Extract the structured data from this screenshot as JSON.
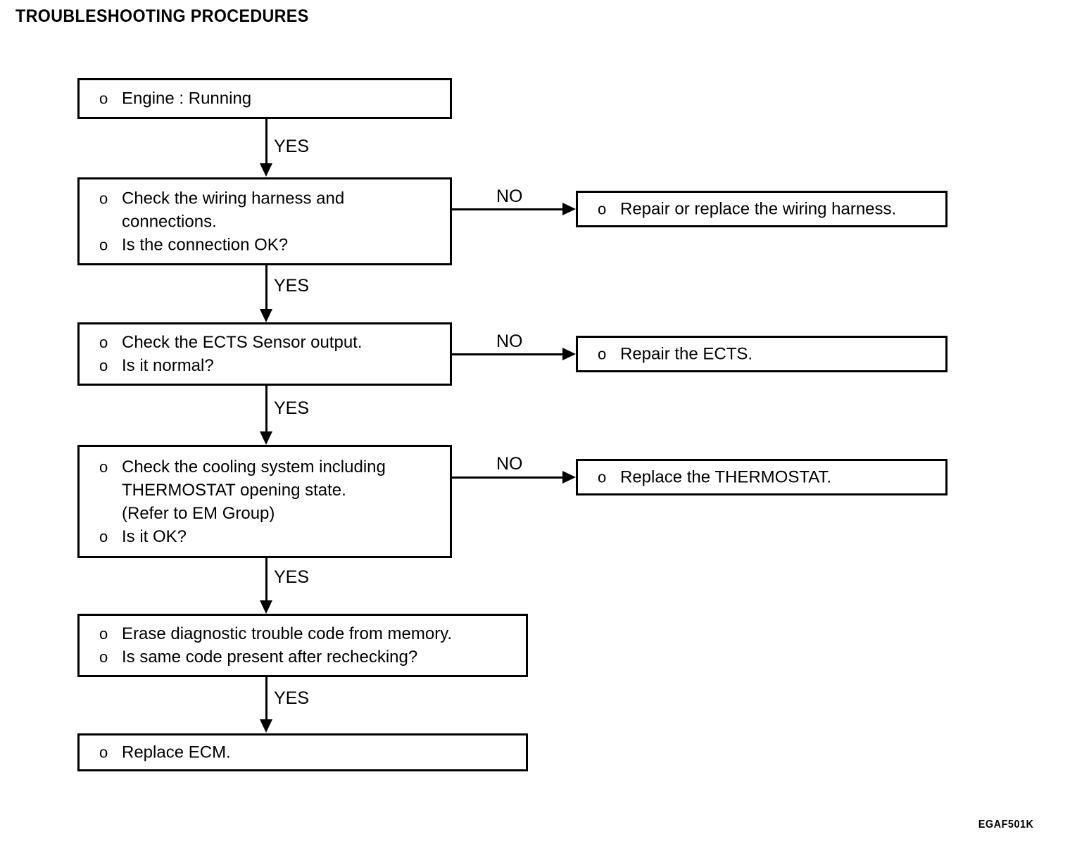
{
  "title": "TROUBLESHOOTING PROCEDURES",
  "footer_code": "EGAF501K",
  "bullet": "o",
  "edge_labels": {
    "yes": "YES",
    "no": "NO"
  },
  "nodes": {
    "engine_running": {
      "lines": [
        "Engine : Running"
      ]
    },
    "check_wiring": {
      "lines": [
        "Check the wiring harness and",
        "connections.",
        "Is the connection OK?"
      ],
      "continuation": [
        false,
        true,
        false
      ]
    },
    "repair_wiring": {
      "lines": [
        "Repair or replace the wiring harness."
      ]
    },
    "check_ects": {
      "lines": [
        "Check the ECTS Sensor output.",
        "Is it normal?"
      ],
      "continuation": [
        false,
        false
      ]
    },
    "repair_ects": {
      "lines": [
        "Repair the ECTS."
      ]
    },
    "check_cooling": {
      "lines": [
        "Check the cooling system including",
        "THERMOSTAT opening state.",
        "(Refer to EM Group)",
        "Is it OK?"
      ],
      "continuation": [
        false,
        true,
        true,
        false
      ]
    },
    "replace_thermostat": {
      "lines": [
        "Replace the THERMOSTAT."
      ]
    },
    "erase_code": {
      "lines": [
        "Erase diagnostic trouble code from memory.",
        "Is same code present after rechecking?"
      ],
      "continuation": [
        false,
        false
      ]
    },
    "replace_ecm": {
      "lines": [
        "Replace ECM."
      ]
    }
  }
}
